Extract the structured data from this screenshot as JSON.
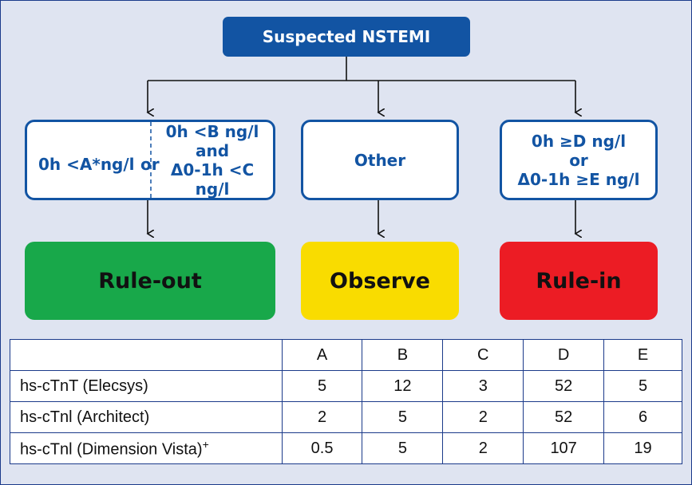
{
  "flowchart": {
    "start": "Suspected NSTEMI",
    "rule_out_criteria": {
      "left": "0h <A*ng/l",
      "or": "or",
      "right_line1": "0h <B ng/l",
      "right_line2": "and",
      "right_line3": "Δ0-1h <C ng/l"
    },
    "observe_criteria": "Other",
    "rule_in_criteria": {
      "line1": "0h ≥D ng/l",
      "line2": "or",
      "line3": "Δ0-1h ≥E ng/l"
    },
    "outcomes": {
      "rule_out": "Rule-out",
      "observe": "Observe",
      "rule_in": "Rule-in"
    },
    "colors": {
      "primary_blue": "#1254a3",
      "rule_out_green": "#18a84a",
      "observe_yellow": "#f9dc00",
      "rule_in_red": "#ec1c24"
    }
  },
  "table": {
    "headers": [
      "",
      "A",
      "B",
      "C",
      "D",
      "E"
    ],
    "rows": [
      {
        "label": "hs-cTnT (Elecsys)",
        "sup": "",
        "values": [
          "5",
          "12",
          "3",
          "52",
          "5"
        ]
      },
      {
        "label": "hs-cTnl (Architect)",
        "sup": "",
        "values": [
          "2",
          "5",
          "2",
          "52",
          "6"
        ]
      },
      {
        "label": "hs-cTnl (Dimension Vista)",
        "sup": "+",
        "values": [
          "0.5",
          "5",
          "2",
          "107",
          "19"
        ]
      }
    ]
  }
}
